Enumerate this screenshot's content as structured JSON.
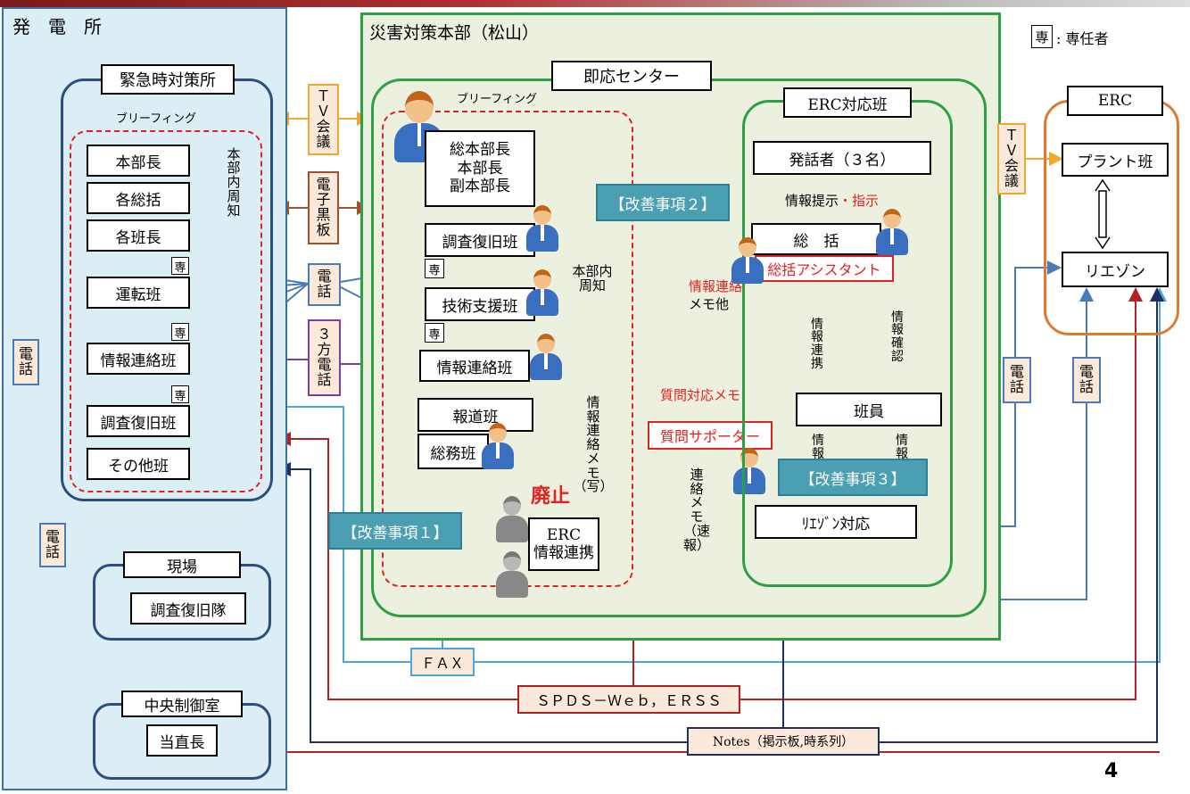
{
  "legend": {
    "mark": "専",
    "text": ": 専任者"
  },
  "plant": {
    "title": "発　電　所",
    "emergency": {
      "title": "緊急時対策所",
      "briefing": "ブリーフィング",
      "members": [
        "本部長",
        "各総括",
        "各班長",
        "運転班",
        "情報連絡班",
        "調査復旧班",
        "その他班"
      ],
      "notice": [
        "本",
        "部",
        "内",
        "周",
        "知"
      ],
      "dedicated": "専"
    },
    "site": {
      "title": "現場",
      "team": "調査復旧隊"
    },
    "control": {
      "title": "中央制御室",
      "chief": "当直長"
    },
    "phone_left": [
      "電",
      "話"
    ],
    "phone_left2": [
      "電",
      "話"
    ]
  },
  "hq": {
    "title": "災害対策本部（松山）",
    "center": {
      "title": "即応センター",
      "briefing": "ブリーフィング",
      "leaders": [
        "総本部長",
        "本部長",
        "副本部長"
      ],
      "teams": [
        "調査復旧班",
        "技術支援班",
        "情報連絡班",
        "報道班",
        "総務班"
      ],
      "notice": [
        "本部内",
        "周知"
      ],
      "dedicated": "専",
      "erc_link": [
        "ERC",
        "情報連携"
      ],
      "abolished": "廃止"
    },
    "erc_team": {
      "title": "ERC対応班",
      "speakers": "発話者（３名）",
      "info_present": "情報提示",
      "instruction": "・指示",
      "coordinator": "総　括",
      "assistant": "総括アシスタント",
      "member": "班員",
      "liaison": "ﾘｴｿﾞﾝ対応",
      "info_link_v": [
        "情",
        "報",
        "連",
        "携"
      ],
      "info_confirm_v": [
        "情",
        "報",
        "確",
        "認"
      ],
      "info_small_1": [
        "情",
        "報"
      ],
      "info_small_2": [
        "情",
        "報"
      ]
    },
    "memo_info": [
      "情報連絡",
      "メモ他"
    ],
    "memo_question": "質問対応メモ",
    "question_supporter": "質問サポーター",
    "memo_copy_v": [
      "情",
      "報",
      "連",
      "絡",
      "メ",
      "モ",
      "（写）"
    ],
    "memo_fast_v": [
      "連",
      "絡",
      "メ",
      "モ",
      "（速",
      "報）"
    ]
  },
  "callouts": {
    "kaizen1": "【改善事項１】",
    "kaizen2": "【改善事項２】",
    "kaizen3": "【改善事項３】"
  },
  "channels": {
    "tv_left": [
      "Ｔ",
      "Ｖ",
      "会",
      "議"
    ],
    "blackboard": [
      "電",
      "子",
      "黒",
      "板"
    ],
    "phone_mid": [
      "電",
      "話"
    ],
    "three_way": [
      "３",
      "方",
      "電",
      "話"
    ],
    "tv_right": [
      "Ｔ",
      "Ｖ",
      "会",
      "議"
    ],
    "phone_r1": [
      "電",
      "話"
    ],
    "phone_r2": [
      "電",
      "話"
    ],
    "fax": "ＦＡＸ",
    "spds": "ＳＰＤＳ－Ｗｅｂ，ＥＲＳＳ",
    "notes": "Notes（掲示板,時系列）"
  },
  "erc": {
    "title": "ERC",
    "plant_team": "プラント班",
    "liaison": "リエゾン"
  },
  "page_number": "4",
  "colors": {
    "tv": "#f0a830",
    "board": "#a0522d",
    "phone": "#4a7ab8",
    "three_way": "#7b3fa0",
    "spds": "#b22222",
    "notes": "#1f2f5f",
    "fax": "#4aa8d8",
    "green": "#2ea043",
    "orange": "#e07a30"
  }
}
